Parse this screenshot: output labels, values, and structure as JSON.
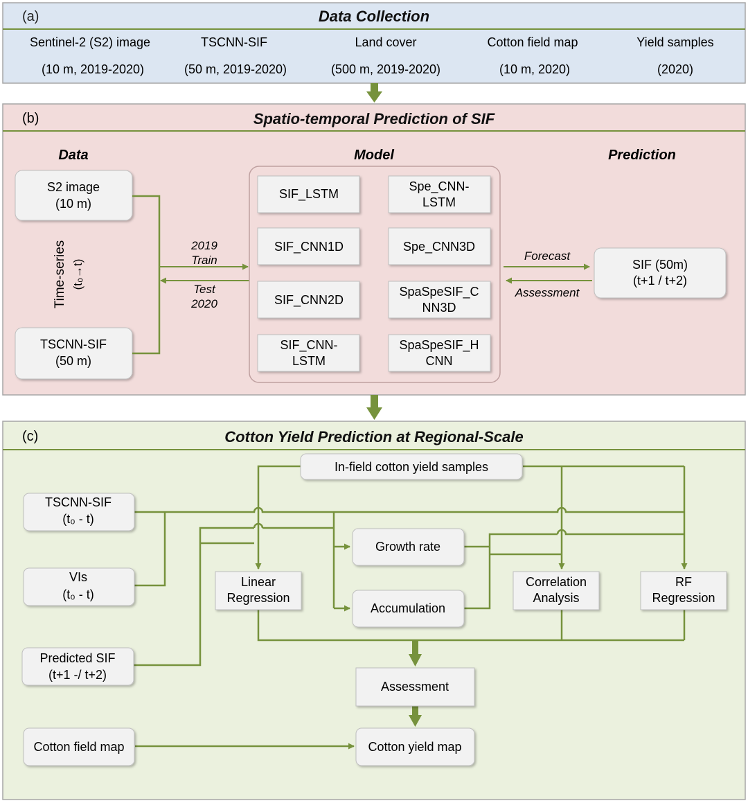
{
  "panel_a": {
    "tag": "(a)",
    "title": "Data Collection",
    "items": [
      {
        "name": "Sentinel-2 (S2) image",
        "detail": "(10 m, 2019-2020)"
      },
      {
        "name": "TSCNN-SIF",
        "detail": "(50 m, 2019-2020)"
      },
      {
        "name": "Land cover",
        "detail": "(500 m, 2019-2020)"
      },
      {
        "name": "Cotton field map",
        "detail": "(10 m, 2020)"
      },
      {
        "name": "Yield samples",
        "detail": "(2020)"
      }
    ]
  },
  "panel_b": {
    "tag": "(b)",
    "title": "Spatio-temporal Prediction of SIF",
    "headers": {
      "data": "Data",
      "model": "Model",
      "prediction": "Prediction"
    },
    "data_boxes": [
      {
        "line1": "S2 image",
        "line2": "(10 m)"
      },
      {
        "line1": "TSCNN-SIF",
        "line2": "(50 m)"
      }
    ],
    "timeseries": {
      "label": "Time-series",
      "sub": "(t₀→t)"
    },
    "train": {
      "year": "2019",
      "word": "Train"
    },
    "test": {
      "word": "Test",
      "year": "2020"
    },
    "models": [
      [
        "SIF_LSTM"
      ],
      [
        "Spe_CNN-",
        "LSTM"
      ],
      [
        "SIF_CNN1D"
      ],
      [
        "Spe_CNN3D"
      ],
      [
        "SIF_CNN2D"
      ],
      [
        "SpaSpeSIF_C",
        "NN3D"
      ],
      [
        "SIF_CNN-",
        "LSTM"
      ],
      [
        "SpaSpeSIF_H",
        "CNN"
      ]
    ],
    "forecast": "Forecast",
    "assessment": "Assessment",
    "prediction_box": {
      "line1": "SIF (50m)",
      "line2": "(t+1 / t+2)"
    }
  },
  "panel_c": {
    "tag": "(c)",
    "title": "Cotton Yield Prediction at Regional-Scale",
    "samples": "In-field cotton yield samples",
    "tscnn": {
      "line1": "TSCNN-SIF",
      "line2": "(t₀ - t)"
    },
    "vis": {
      "line1": "VIs",
      "line2": "(t₀ - t)"
    },
    "predicted": {
      "line1": "Predicted SIF",
      "line2": "(t+1 -/ t+2)"
    },
    "cotton_map": "Cotton field map",
    "growth": "Growth rate",
    "accumulation": "Accumulation",
    "linear": {
      "line1": "Linear",
      "line2": "Regression"
    },
    "correlation": {
      "line1": "Correlation",
      "line2": "Analysis"
    },
    "rf": {
      "line1": "RF",
      "line2": "Regression"
    },
    "assessment": "Assessment",
    "yield_map": "Cotton yield map"
  },
  "colors": {
    "arrow": "#76923c",
    "panel_a_fill": "#dce6f2",
    "panel_b_fill": "#f2dcdb",
    "panel_c_fill": "#ebf1de",
    "box_fill": "#f2f2f2"
  }
}
